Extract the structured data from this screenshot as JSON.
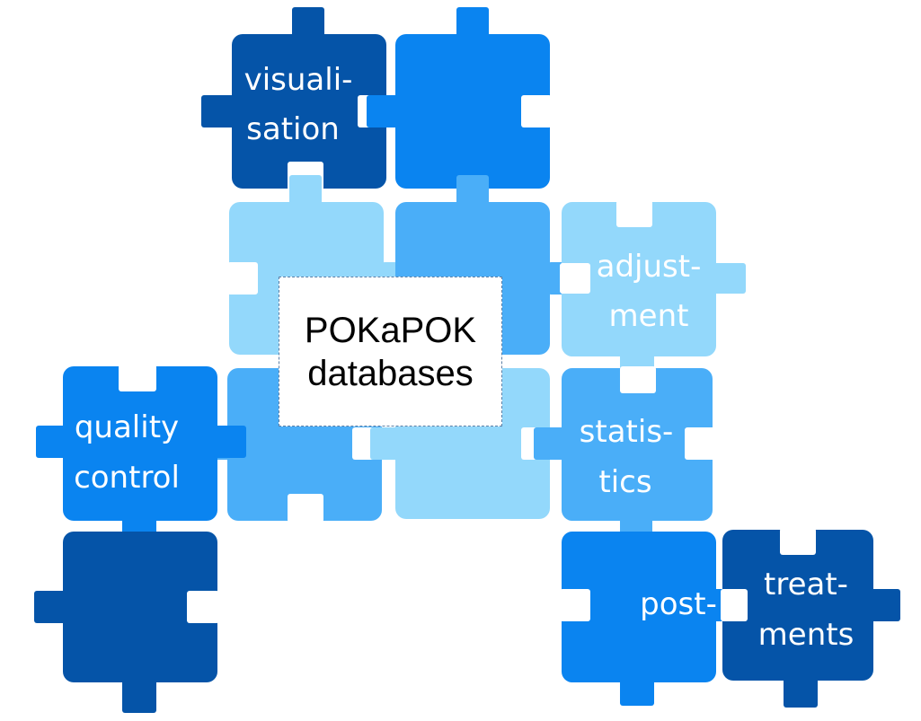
{
  "colors": {
    "dark": "#0554a8",
    "medium": "#0a84f0",
    "light": "#4aaef8",
    "pale": "#93d8fb"
  },
  "labels": {
    "visualisation_1": "visuali-",
    "visualisation_2": "sation",
    "adjustment_1": "adjust-",
    "adjustment_2": "ment",
    "quality_control_1": "quality",
    "quality_control_2": "control",
    "statistics_1": "statis-",
    "statistics_2": "tics",
    "post_treatments_1": "post-",
    "post_treatments_2": "treat-",
    "post_treatments_3": "ments"
  },
  "center": {
    "line1": "POKaPOK",
    "line2": "databases"
  }
}
